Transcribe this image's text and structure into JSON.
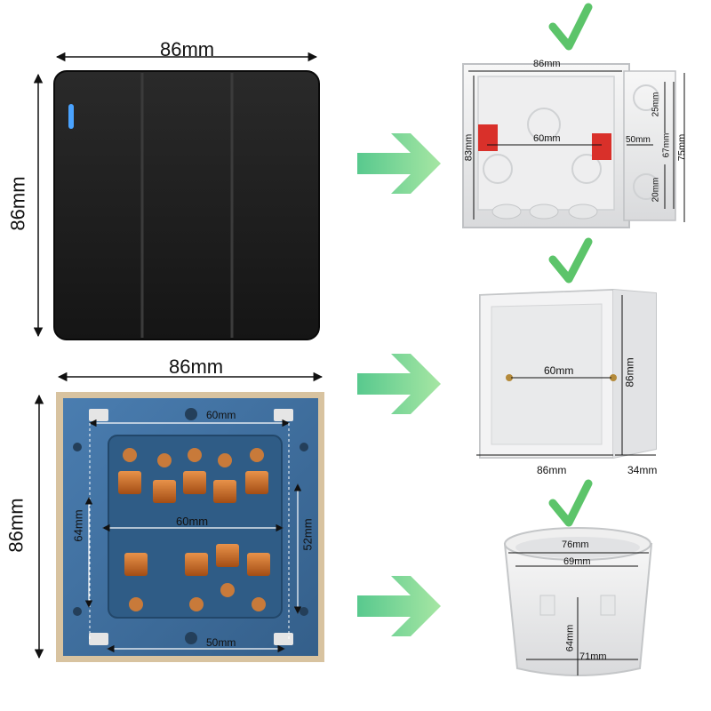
{
  "front_switch": {
    "width_label": "86mm",
    "height_label": "86mm"
  },
  "back_switch": {
    "width_label": "86mm",
    "height_label": "86mm",
    "top_hole_label": "60mm",
    "inner_width_label": "60mm",
    "left_height_label": "64mm",
    "right_height_label": "52mm",
    "bottom_label": "50mm"
  },
  "box_flush_square": {
    "width_label": "86mm",
    "height_label": "83mm",
    "screw_spacing_label": "60mm",
    "side_depth_label": "50mm",
    "side_top_label": "25mm",
    "side_middle_label": "67mm",
    "side_bottom_label": "20mm",
    "side_total_label": "75mm"
  },
  "box_surface_mount": {
    "screw_spacing_label": "60mm",
    "height_label": "86mm",
    "width_label": "86mm",
    "depth_label": "34mm"
  },
  "box_round": {
    "top_outer_label": "76mm",
    "top_inner_label": "69mm",
    "height_label": "64mm",
    "bottom_label": "71mm"
  },
  "colors": {
    "arrow_start": "#5ec98a",
    "arrow_end": "#9fe3a8",
    "check": "#5cc46a",
    "switch_face": "#1c1c1c",
    "back_plate": "#3f6f9c",
    "terminal_copper": "#c8641f",
    "indicator_led": "#4aa3ff"
  }
}
